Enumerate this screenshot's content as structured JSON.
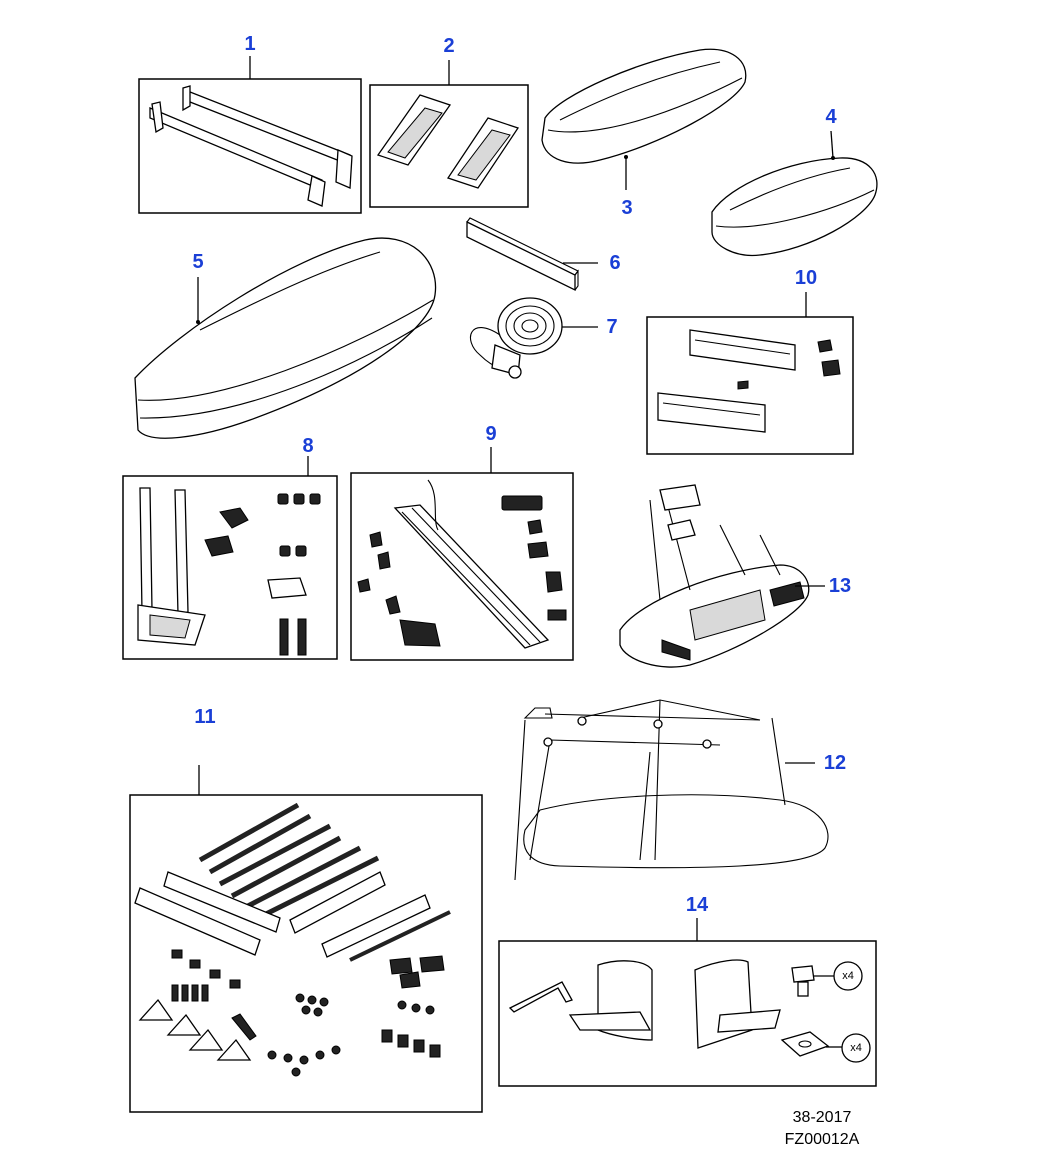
{
  "callout_color": "#1a3fd6",
  "callouts": [
    "1",
    "2",
    "3",
    "4",
    "5",
    "6",
    "7",
    "8",
    "9",
    "10",
    "11",
    "12",
    "13",
    "14"
  ],
  "qty_badges": [
    "x4",
    "x4"
  ],
  "footer": {
    "line1": "38-2017",
    "line2": "FZ00012A"
  }
}
